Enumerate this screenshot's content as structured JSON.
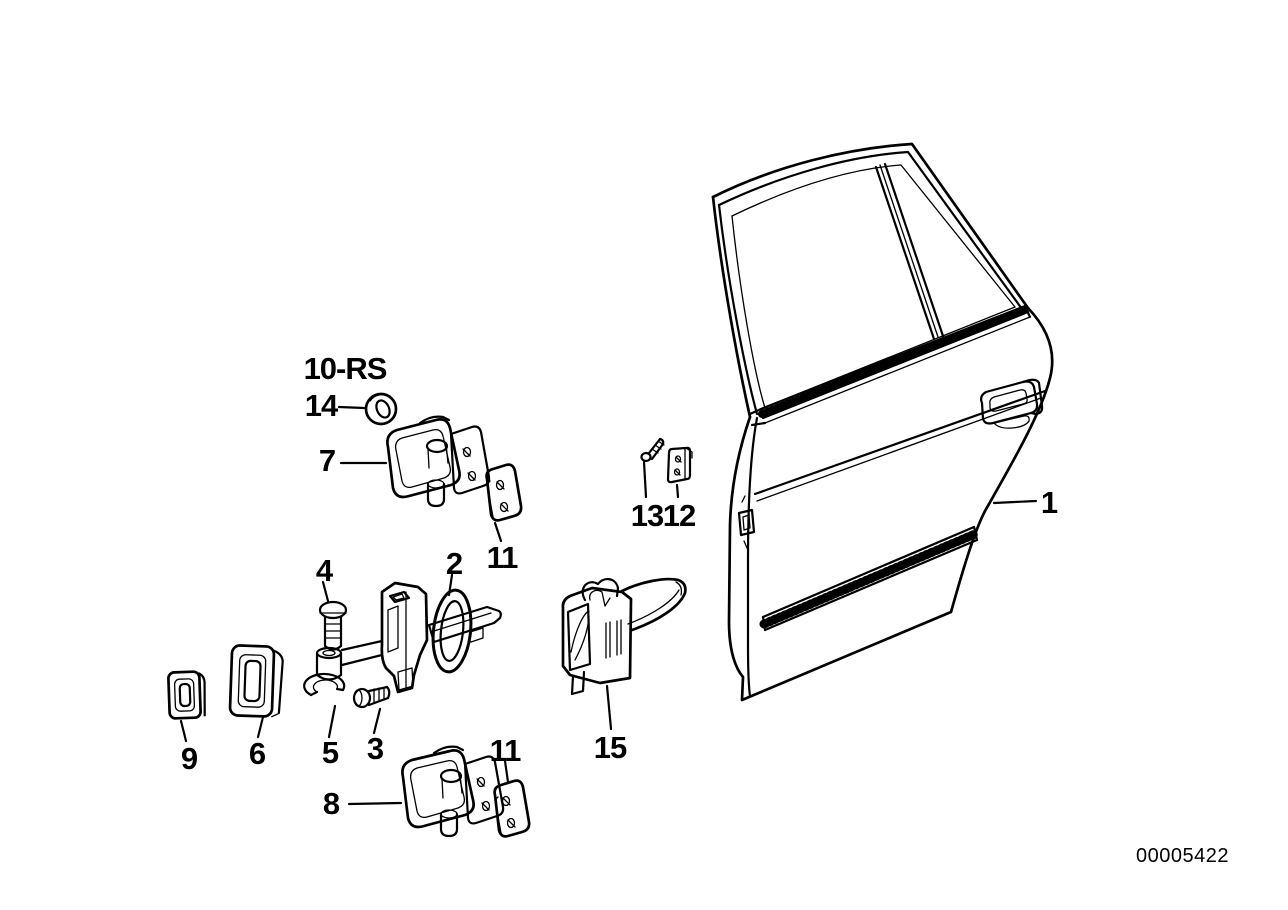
{
  "diagram": {
    "callouts": [
      {
        "part": "1",
        "text": "1"
      },
      {
        "part": "2",
        "text": "2"
      },
      {
        "part": "3",
        "text": "3"
      },
      {
        "part": "4",
        "text": "4"
      },
      {
        "part": "5",
        "text": "5"
      },
      {
        "part": "6",
        "text": "6"
      },
      {
        "part": "7",
        "text": "7"
      },
      {
        "part": "8",
        "text": "8"
      },
      {
        "part": "9",
        "text": "9"
      },
      {
        "part": "10",
        "text": "10-RS"
      },
      {
        "part": "11",
        "text": "11"
      },
      {
        "part": "11",
        "text": "11"
      },
      {
        "part": "12",
        "text": "12"
      },
      {
        "part": "13",
        "text": "13"
      },
      {
        "part": "14",
        "text": "14"
      },
      {
        "part": "15",
        "text": "15"
      }
    ],
    "image_number": "00005422"
  }
}
